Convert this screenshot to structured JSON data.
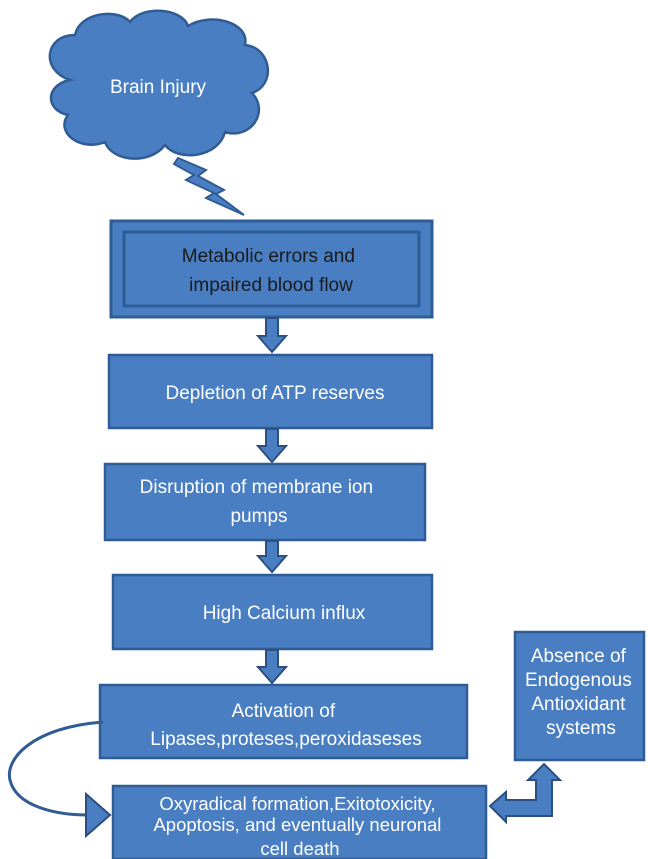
{
  "colors": {
    "box_fill": "#4a7ec3",
    "box_stroke": "#2f5c94",
    "arrow_fill": "#4a7ec3",
    "arrow_stroke": "#2a4f80",
    "connector": "#2f5c94",
    "text_light": "#ffffff",
    "text_dark": "#1a1a1a"
  },
  "nodes": {
    "brain_injury": {
      "lines": [
        "Brain Injury"
      ]
    },
    "metabolic": {
      "lines": [
        "Metabolic errors and",
        "impaired blood flow"
      ]
    },
    "atp": {
      "lines": [
        "Depletion of ATP reserves"
      ]
    },
    "membrane": {
      "lines": [
        "Disruption of membrane ion",
        "pumps"
      ]
    },
    "calcium": {
      "lines": [
        "High Calcium influx"
      ]
    },
    "activation": {
      "lines": [
        "Activation of",
        "Lipases,proteses,peroxidaseses"
      ]
    },
    "oxyradical": {
      "lines": [
        "Oxyradical formation,Exitotoxicity,",
        "Apoptosis, and eventually neuronal",
        "cell death"
      ]
    },
    "antioxidant": {
      "lines": [
        "Absence of",
        "Endogenous",
        "Antioxidant",
        "systems"
      ]
    }
  },
  "icons": {
    "cloud": "cloud-icon",
    "lightning": "lightning-bolt-icon",
    "down_arrow": "down-arrow-icon",
    "curved_arrow": "curved-arrow-icon",
    "bent_arrow": "bent-up-arrow-icon"
  }
}
